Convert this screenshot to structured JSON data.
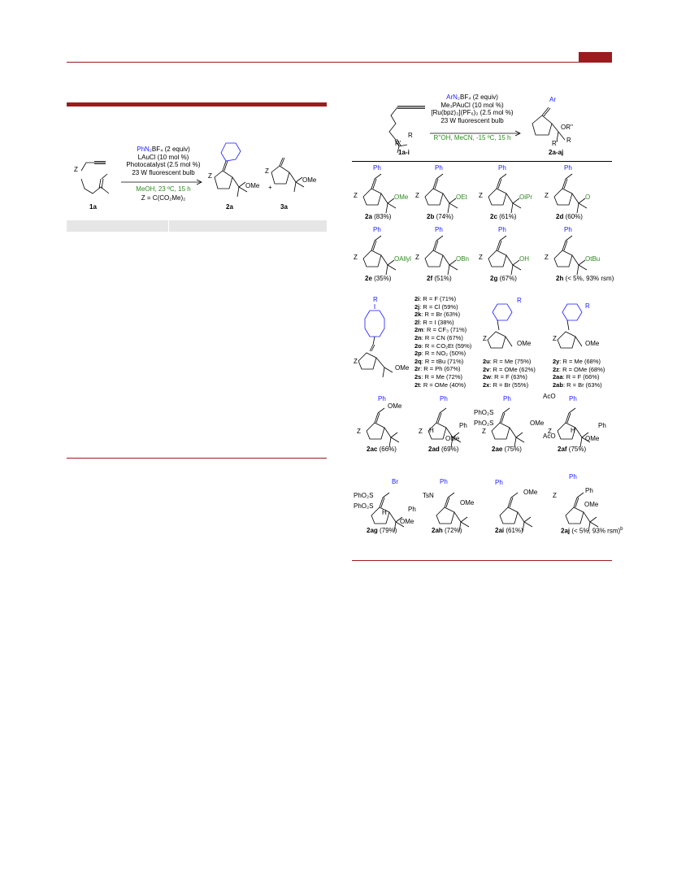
{
  "header": {
    "accent_color": "#9b1b1e"
  },
  "left_scheme": {
    "conditions": [
      "PhN₂BF₄ (2 equiv)",
      "LAuCl (10 mol %)",
      "Photocatalyst (2.5 mol %)",
      "23 W fluorescent bulb"
    ],
    "solvent": "MeOH, 23 ºC, 15 h",
    "z_def": "Z = C(CO₂Me)₂",
    "labels": {
      "sm": "1a",
      "p1": "2a",
      "p2": "3a",
      "plus": "+"
    },
    "atoms": {
      "z": "Z",
      "ome": "OMe"
    }
  },
  "right_scheme": {
    "conditions": [
      "ArN₂BF₄ (2 equiv)",
      "Me₃PAuCl (10 mol %)",
      "[Ru(bpz)₃](PF₆)₂ (2.5 mol %)",
      "23 W fluorescent bulb"
    ],
    "solvent": "R''OH, MeCN, -15 ºC, 15 h",
    "labels": {
      "sm": "1a-i",
      "product": "2a-aj"
    },
    "atoms": {
      "ar": "Ar",
      "or": "OR''",
      "r": "R",
      "rp": "R'"
    }
  },
  "compounds": [
    {
      "id": "2a",
      "yield": "(83%)",
      "sub": "OMe",
      "top": "Ph"
    },
    {
      "id": "2b",
      "yield": "(74%)",
      "sub": "OEt",
      "top": "Ph"
    },
    {
      "id": "2c",
      "yield": "(61%)",
      "sub": "OiPr",
      "top": "Ph"
    },
    {
      "id": "2d",
      "yield": "(60%)",
      "sub": "O",
      "top": "Ph"
    },
    {
      "id": "2e",
      "yield": "(35%)",
      "sub": "OAllyl",
      "top": "Ph"
    },
    {
      "id": "2f",
      "yield": "(51%)",
      "sub": "OBn",
      "top": "Ph"
    },
    {
      "id": "2g",
      "yield": "(67%)",
      "sub": "OH",
      "top": "Ph"
    },
    {
      "id": "2h",
      "yield": "(< 5%, 93% rsm)",
      "sub": "OtBu",
      "top": "Ph"
    }
  ],
  "para_list": [
    {
      "id": "2i",
      "text": ": R = F (71%)"
    },
    {
      "id": "2j",
      "text": ": R = Cl (59%)"
    },
    {
      "id": "2k",
      "text": ": R = Br (63%)"
    },
    {
      "id": "2l",
      "text": ": R = I (38%)"
    },
    {
      "id": "2m",
      "text": ": R = CF₃ (71%)"
    },
    {
      "id": "2n",
      "text": ": R = CN (67%)"
    },
    {
      "id": "2o",
      "text": ": R = CO₂Et (59%)"
    },
    {
      "id": "2p",
      "text": ": R = NO₂ (50%)"
    },
    {
      "id": "2q",
      "text": ": R = tBu (71%)"
    },
    {
      "id": "2r",
      "text": ": R = Ph (67%)"
    },
    {
      "id": "2s",
      "text": ": R = Me (72%)"
    },
    {
      "id": "2t",
      "text": ": R = OMe (40%)"
    }
  ],
  "meta_list": [
    {
      "id": "2u",
      "text": ": R = Me (75%)"
    },
    {
      "id": "2v",
      "text": ": R = OMe (62%)"
    },
    {
      "id": "2w",
      "text": ": R = F (63%)"
    },
    {
      "id": "2x",
      "text": ": R = Br (55%)"
    }
  ],
  "ortho_list": [
    {
      "id": "2y",
      "text": ": R = Me (68%)"
    },
    {
      "id": "2z",
      "text": ": R = OMe (68%)"
    },
    {
      "id": "2aa",
      "text": ": R = F (66%)"
    },
    {
      "id": "2ab",
      "text": ": R = Br (63%)"
    }
  ],
  "row5": [
    {
      "id": "2ac",
      "yield": "(66%)"
    },
    {
      "id": "2ad",
      "yield": "(69%)"
    },
    {
      "id": "2ae",
      "yield": "(75%)"
    },
    {
      "id": "2af",
      "yield": "(75%)"
    }
  ],
  "row6": [
    {
      "id": "2ag",
      "yield": "(79%)"
    },
    {
      "id": "2ah",
      "yield": "(72%)"
    },
    {
      "id": "2ai",
      "yield": "(61%)"
    },
    {
      "id": "2aj",
      "yield": "(< 5%, 93% rsm)",
      "footnote": "b"
    }
  ],
  "atom_labels": {
    "z": "Z",
    "ph": "Ph",
    "ome": "OMe",
    "r": "R",
    "br": "Br",
    "h": "H",
    "aco": "AcO",
    "phso2": "PhO₂S",
    "ts": "TsN"
  }
}
